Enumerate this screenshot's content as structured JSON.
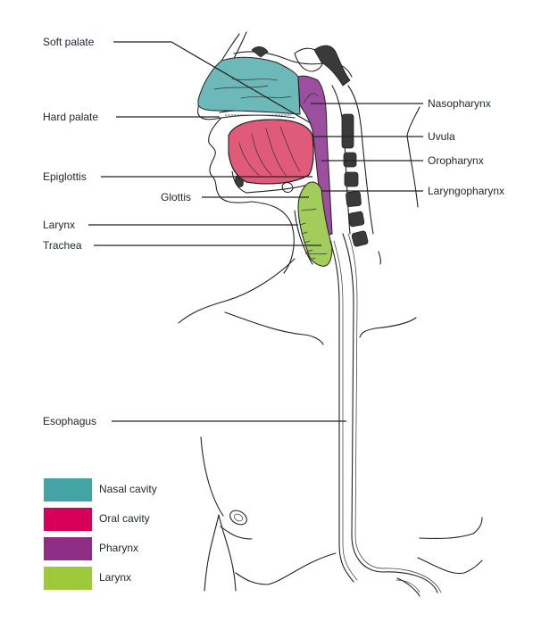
{
  "labels": {
    "left": {
      "soft_palate": "Soft palate",
      "hard_palate": "Hard palate",
      "epiglottis": "Epiglottis",
      "glottis": "Glottis",
      "larynx": "Larynx",
      "trachea": "Trachea",
      "esophagus": "Esophagus"
    },
    "right": {
      "nasopharynx": "Nasopharynx",
      "uvula": "Uvula",
      "oropharynx": "Oropharynx",
      "laryngopharynx": "Laryngopharynx"
    }
  },
  "regions": {
    "nasal_cavity": {
      "color": "#6db8b8"
    },
    "oral_cavity": {
      "color": "#e05a7a"
    },
    "pharynx": {
      "color": "#9b4f9e"
    },
    "larynx": {
      "color": "#a3cd5a"
    }
  },
  "legend": [
    {
      "label": "Nasal cavity",
      "color": "#43a3a5"
    },
    {
      "label": "Oral cavity",
      "color": "#d6005a"
    },
    {
      "label": "Pharynx",
      "color": "#8e2d86"
    },
    {
      "label": "Larynx",
      "color": "#9ec93c"
    }
  ]
}
